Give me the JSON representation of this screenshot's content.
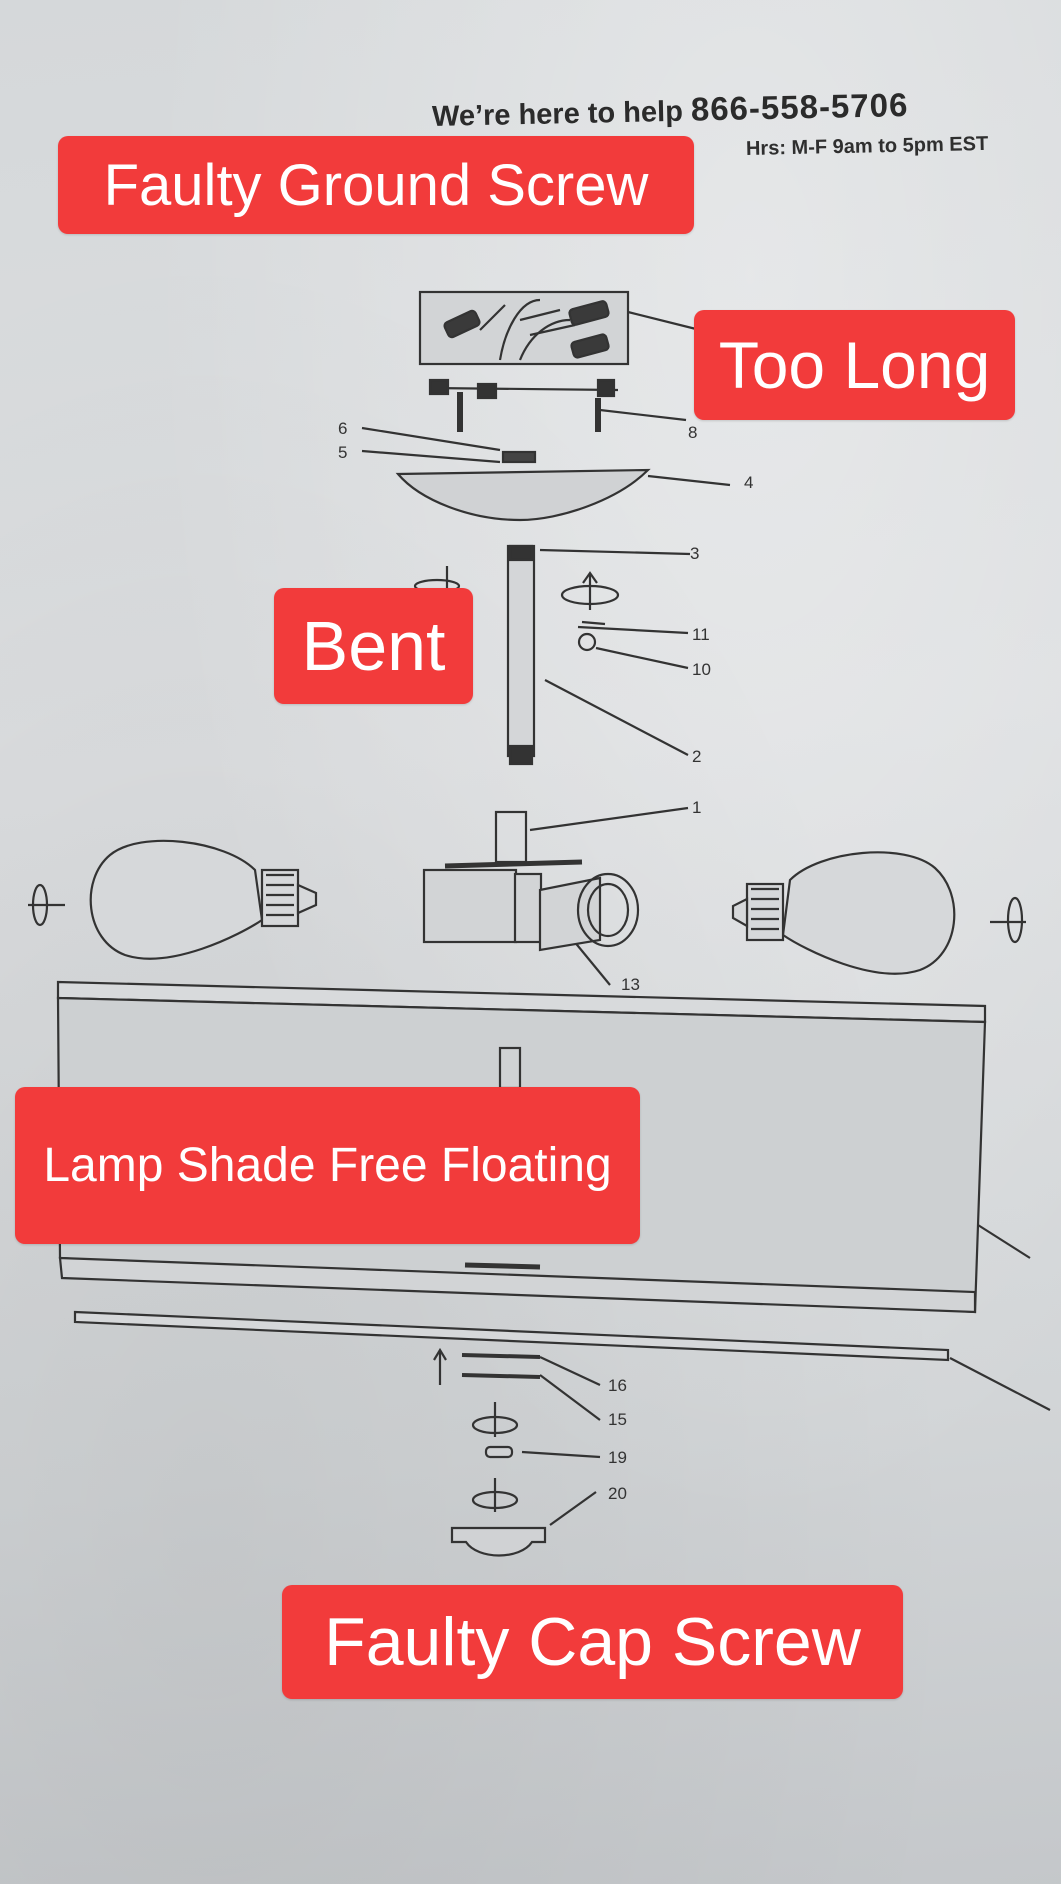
{
  "header": {
    "help_text": "We’re here to help",
    "phone": "866-558-5706",
    "hours": "Hrs: M-F 9am to 5pm EST"
  },
  "part_numbers": [
    "6",
    "5",
    "4",
    "3",
    "11",
    "10",
    "2",
    "1",
    "13",
    "8",
    "16",
    "15",
    "19",
    "20"
  ],
  "annotations": {
    "ground_screw": "Faulty Ground Screw",
    "too_long": "Too Long",
    "bent": "Bent",
    "lamp_shade": "Lamp Shade Free Floating",
    "cap_screw": "Faulty Cap Screw"
  },
  "colors": {
    "annotation_bg": "#f23b3b",
    "annotation_text": "#ffffff",
    "ink": "#333333"
  }
}
